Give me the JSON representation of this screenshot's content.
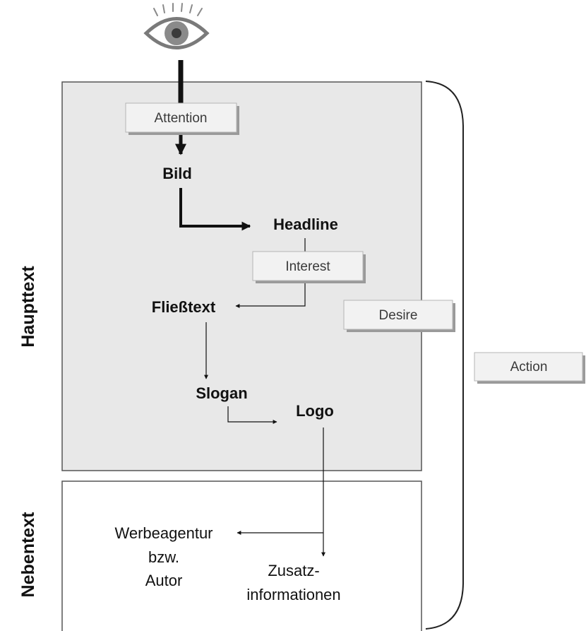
{
  "labels": {
    "attention": "Attention",
    "interest": "Interest",
    "desire": "Desire",
    "action": "Action"
  },
  "nodes": {
    "bild": "Bild",
    "headline": "Headline",
    "fliesstext": "Fließtext",
    "slogan": "Slogan",
    "logo": "Logo",
    "werbeagentur": [
      "Werbeagentur",
      "bzw.",
      "Autor"
    ],
    "zusatz": [
      "Zusatz-",
      "informationen"
    ]
  },
  "sections": {
    "haupttext": "Haupttext",
    "nebentext": "Nebentext"
  },
  "icons": {
    "eye": "eye-icon"
  },
  "colors": {
    "main_panel": "#e8e8e8",
    "secondary_panel": "#ffffff",
    "label_box": "#f2f2f2",
    "label_shadow": "#9a9a9a",
    "text": "#111111"
  }
}
